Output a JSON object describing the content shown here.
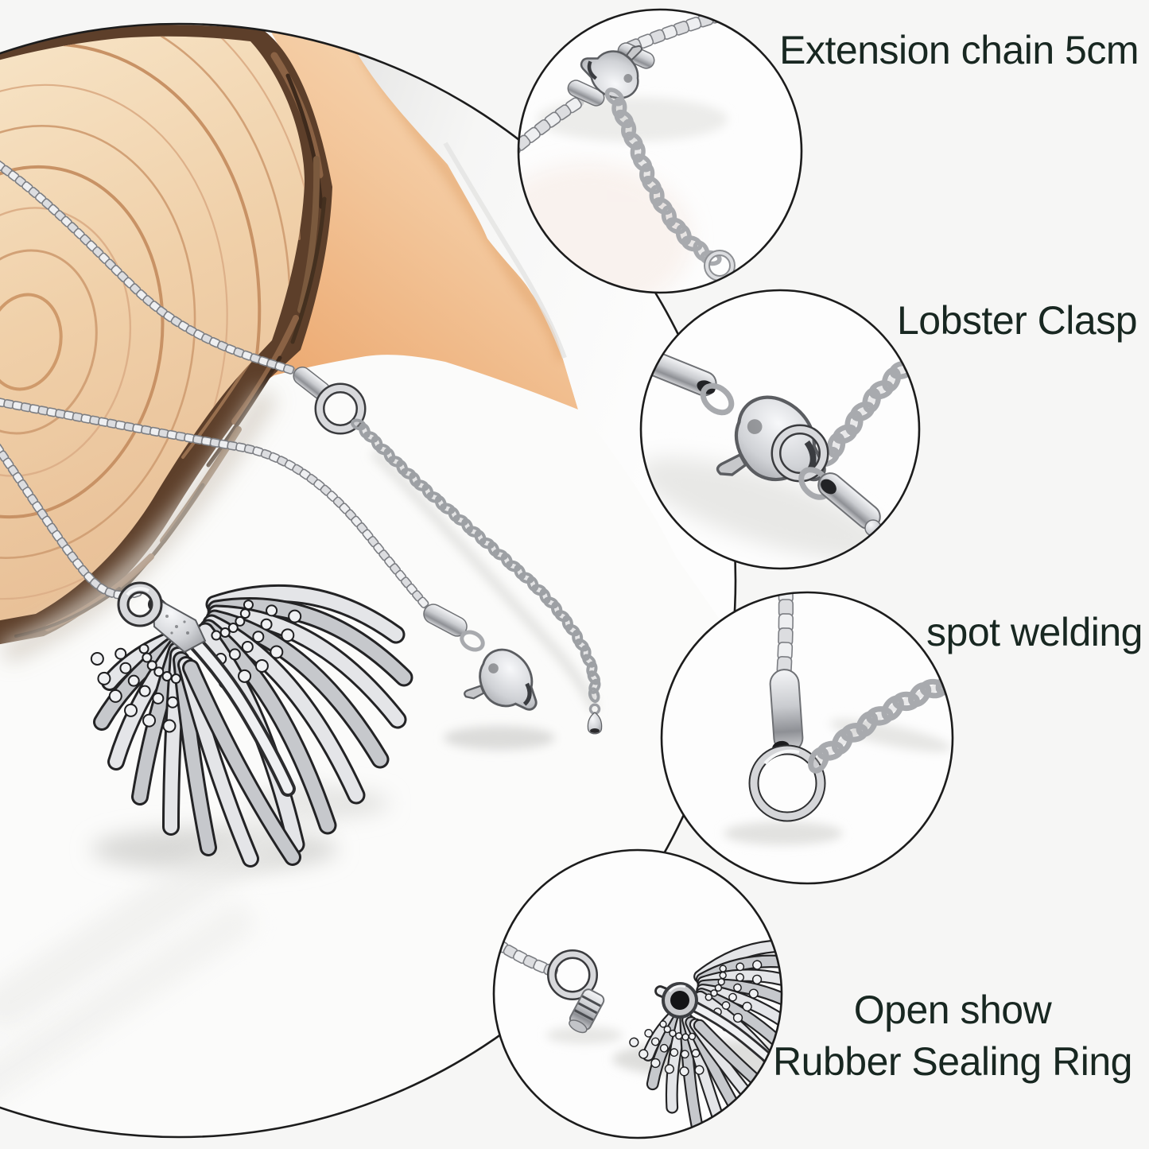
{
  "page": {
    "type": "jewelry-product-detail-photo",
    "background": "#f6f6f5"
  },
  "callouts": [
    {
      "id": "extension-chain",
      "label": "Extension chain 5cm"
    },
    {
      "id": "lobster-clasp",
      "label": "Lobster Clasp"
    },
    {
      "id": "spot-welding",
      "label": "spot welding"
    },
    {
      "id": "open-show",
      "lines": [
        "Open show",
        "Rubber Sealing Ring"
      ]
    }
  ],
  "colors": {
    "label_text": "#182721",
    "circle_stroke": "#1c1c1c",
    "circle_fill": "#fdfdfd",
    "photo_base": "#fbfbfa",
    "metal_light": "#f4f5f7",
    "metal_mid": "#c9cbcf",
    "metal_dark": "#8e9095",
    "peach": "#f3c79c",
    "peach_deep": "#eca86f",
    "wood_face": "#f2d7b4",
    "wood_ring": "#d2a176",
    "bark": "#5d3f2a",
    "paper": "#fdfdfd"
  }
}
